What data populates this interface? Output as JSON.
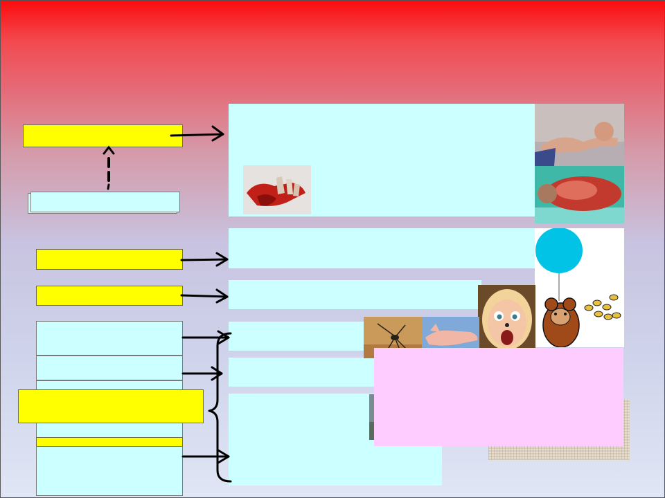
{
  "slide": {
    "title": "",
    "colors": {
      "label_yellow": "#ffff00",
      "panel_cyan": "#ccffff",
      "panel_pink": "#ffccff",
      "balloon": "#00c3e6",
      "header_red": "#fb0b0e"
    }
  },
  "left_labels": [
    "",
    "",
    "",
    "",
    "",
    "",
    "",
    "",
    ""
  ],
  "panels": [
    "",
    "",
    "",
    "",
    "",
    ""
  ],
  "overlay": {
    "text": ""
  },
  "images": [
    "wounded-hand-photo",
    "emaciated-child-photo",
    "burned-child-photo",
    "balloon-bear-cartoon",
    "shocked-child-photo",
    "mosquito-photo",
    "swollen-hand-photo",
    "burlap-texture"
  ]
}
